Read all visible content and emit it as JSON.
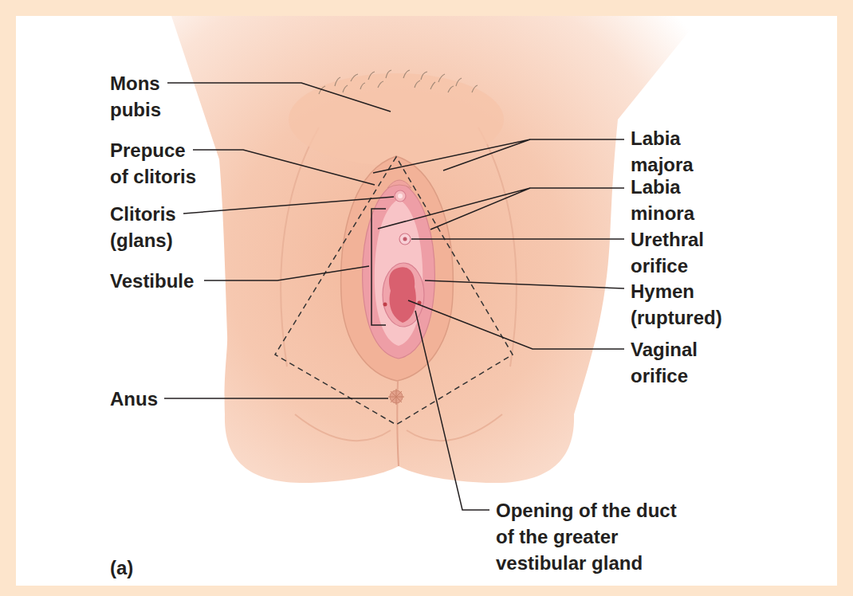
{
  "diagram": {
    "labels": [
      "Mons pubis",
      "Prepuce of clitoris",
      "Clitoris (glans)",
      "Vestibule",
      "Anus",
      "Labia majora",
      "Labia minora",
      "Urethral orifice",
      "Hymen (ruptured)",
      "Vaginal orifice",
      "Opening of the duct of the greater vestibular gland",
      "(a)"
    ]
  }
}
